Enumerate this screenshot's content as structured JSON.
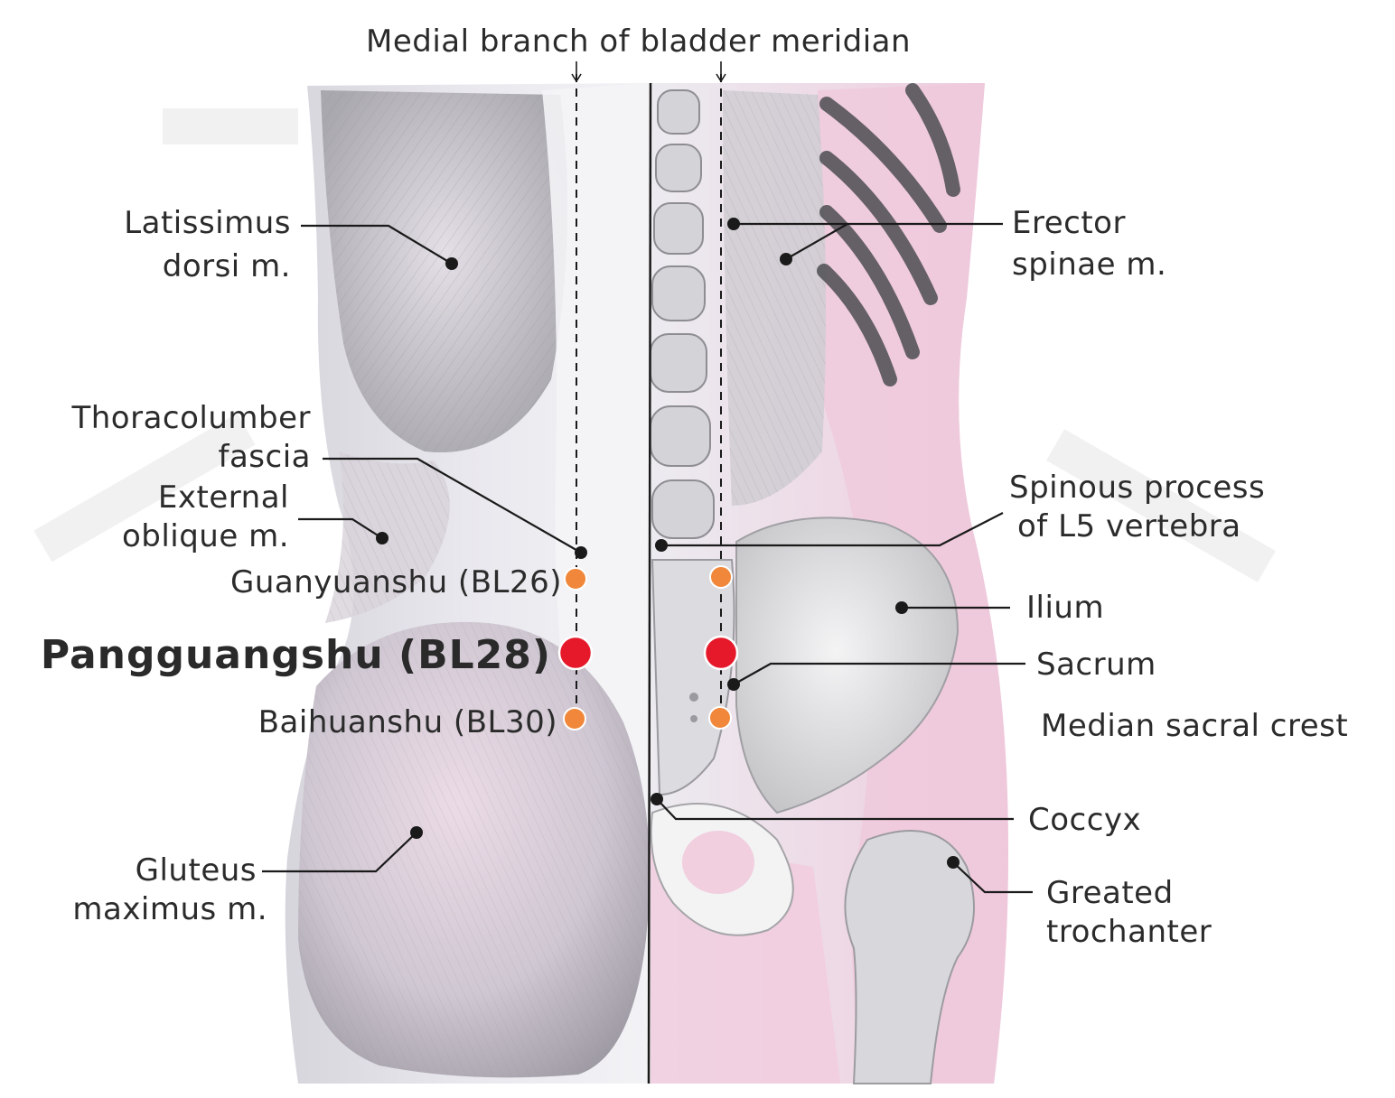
{
  "colors": {
    "primary_point": "#e5192a",
    "secondary_point": "#f0873a",
    "leader": "#1a1a1a",
    "skin_pink": "#f1cfe0",
    "muscle_gray": "#c9c9cd"
  },
  "header": {
    "meridian_label": "Medial branch of bladder meridian"
  },
  "labels": {
    "latissimus_1": "Latissimus",
    "latissimus_2": "dorsi m.",
    "erector_1": "Erector",
    "erector_2": "spinae m.",
    "thoraco_1": "Thoracolumber",
    "thoraco_2": "fascia",
    "external_1": "External",
    "external_2": "oblique m.",
    "spinous_1": "Spinous process",
    "spinous_2": "of L5 vertebra",
    "guanyuanshu": "Guanyuanshu (BL26)",
    "ilium": "Ilium",
    "pangguangshu": "Pangguangshu (BL28)",
    "sacrum": "Sacrum",
    "baihuanshu": "Baihuanshu (BL30)",
    "median_sacral": "Median sacral crest",
    "coccyx": "Coccyx",
    "gluteus_1": "Gluteus",
    "gluteus_2": "maximus m.",
    "trochanter_1": "Greated",
    "trochanter_2": "trochanter"
  }
}
